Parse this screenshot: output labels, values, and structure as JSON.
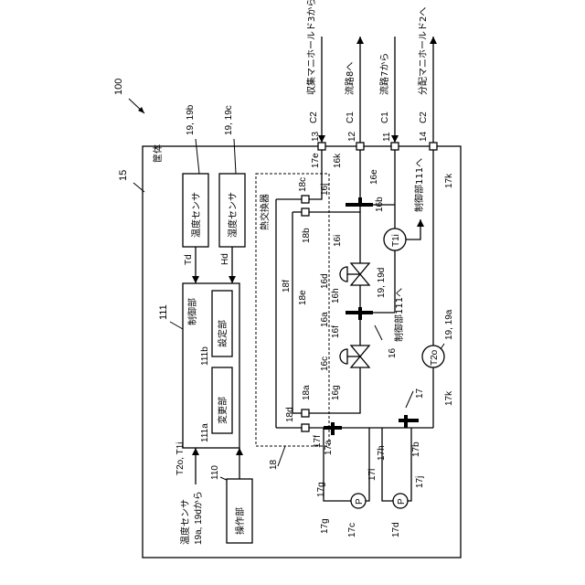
{
  "figure_number": "100",
  "housing": {
    "number": "15",
    "name": "筐体"
  },
  "sensors": {
    "temp_sensor": {
      "number": "19, 19b",
      "name": "温度センサ",
      "signal": "Td"
    },
    "humidity_sensor": {
      "number": "19, 19c",
      "name": "湿度センサ",
      "signal": "Hd"
    },
    "external_temp": {
      "name": "温度センサ",
      "source": "19a, 19dから",
      "signals": "T2o, T1i"
    }
  },
  "controller": {
    "number": "111",
    "name": "制御部",
    "setting": {
      "number": "111b",
      "name": "設定部"
    },
    "change": {
      "number": "111a",
      "name": "変更部"
    }
  },
  "operation": {
    "number": "110",
    "name": "操作部"
  },
  "heat_exchanger": {
    "name": "熱交換器",
    "number": "18"
  },
  "ports": {
    "p13": {
      "number": "13",
      "type": "C2",
      "dest": "収集マニホールド3から"
    },
    "p12": {
      "number": "12",
      "type": "C1",
      "dest": "流路8へ"
    },
    "p11": {
      "number": "11",
      "type": "C1",
      "dest": "流路7から"
    },
    "p14": {
      "number": "14",
      "type": "C2",
      "dest": "分配マニホールド2へ"
    }
  },
  "control_notes": {
    "a": "制御部111へ",
    "b": "制御部111へ"
  },
  "sensor_t1i": {
    "label": "T1i",
    "number": "19, 19d"
  },
  "sensor_t2o": {
    "label": "T2o",
    "number": "19, 19a"
  },
  "refs": {
    "r16": "16",
    "r17": "17",
    "r18a": "18a",
    "r18b": "18b",
    "r18c": "18c",
    "r18d": "18d",
    "r18e": "18e",
    "r18f": "18f",
    "r16a": "16a",
    "r16b": "16b",
    "r16c": "16c",
    "r16d": "16d",
    "r16e": "16e",
    "r16f": "16f",
    "r16g": "16g",
    "r16h": "16h",
    "r16i": "16i",
    "r16j": "16j",
    "r16k": "16k",
    "r17a": "17a",
    "r17b": "17b",
    "r17c": "17c",
    "r17d": "17d",
    "r17e": "17e",
    "r17f": "17f",
    "r17g1": "17g",
    "r17g2": "17g",
    "r17h": "17h",
    "r17i": "17i",
    "r17j": "17j",
    "r17k1": "17k",
    "r17k2": "17k",
    "pump": "P"
  }
}
